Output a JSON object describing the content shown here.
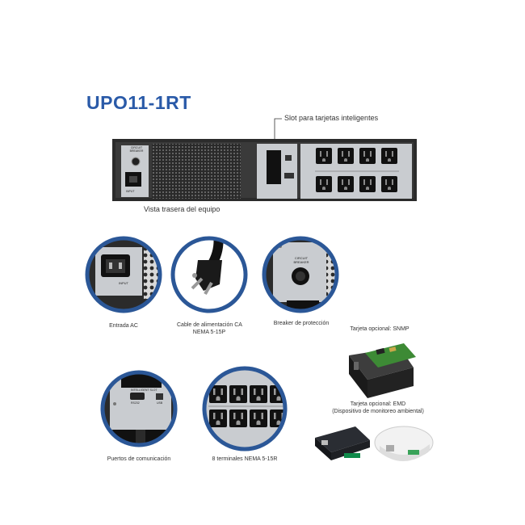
{
  "model_title": "UPO11-1RT",
  "labels": {
    "slot": "Slot para tarjetas inteligentes",
    "rear_view": "Vista trasera del equipo",
    "ac_input": "Entrada AC",
    "ac_cable_line1": "Cable de alimentación CA",
    "ac_cable_line2": "NEMA 5-15P",
    "breaker": "Breaker de protección",
    "snmp": "Tarjeta opcional:  SNMP",
    "emd_line1": "Tarjeta opcional: EMD",
    "emd_line2": "(Dispositivo de monitoreo ambiental)",
    "comm_ports": "Puertos de comunicación",
    "outlets": "8 terminales NEMA 5-15R"
  },
  "panel_text": {
    "circuit_breaker_small": "CIRCUIT BREAKER",
    "input_small": "INPUT",
    "input": "INPUT",
    "circuit": "CIRCUIT",
    "breaker": "BREAKER",
    "intelligent_slot": "INTELLIGENT SLOT",
    "rs232": "RS232",
    "usb": "USB"
  },
  "colors": {
    "title": "#2a5aa8",
    "circle_ring": "#2b5797",
    "chassis": "#2b2b2b",
    "panel": "#c9ccd0"
  },
  "icons": [
    "ac-inlet-icon",
    "power-plug-icon",
    "circuit-breaker-icon",
    "snmp-card-icon",
    "emd-sensor-icon",
    "outlet-icon"
  ]
}
